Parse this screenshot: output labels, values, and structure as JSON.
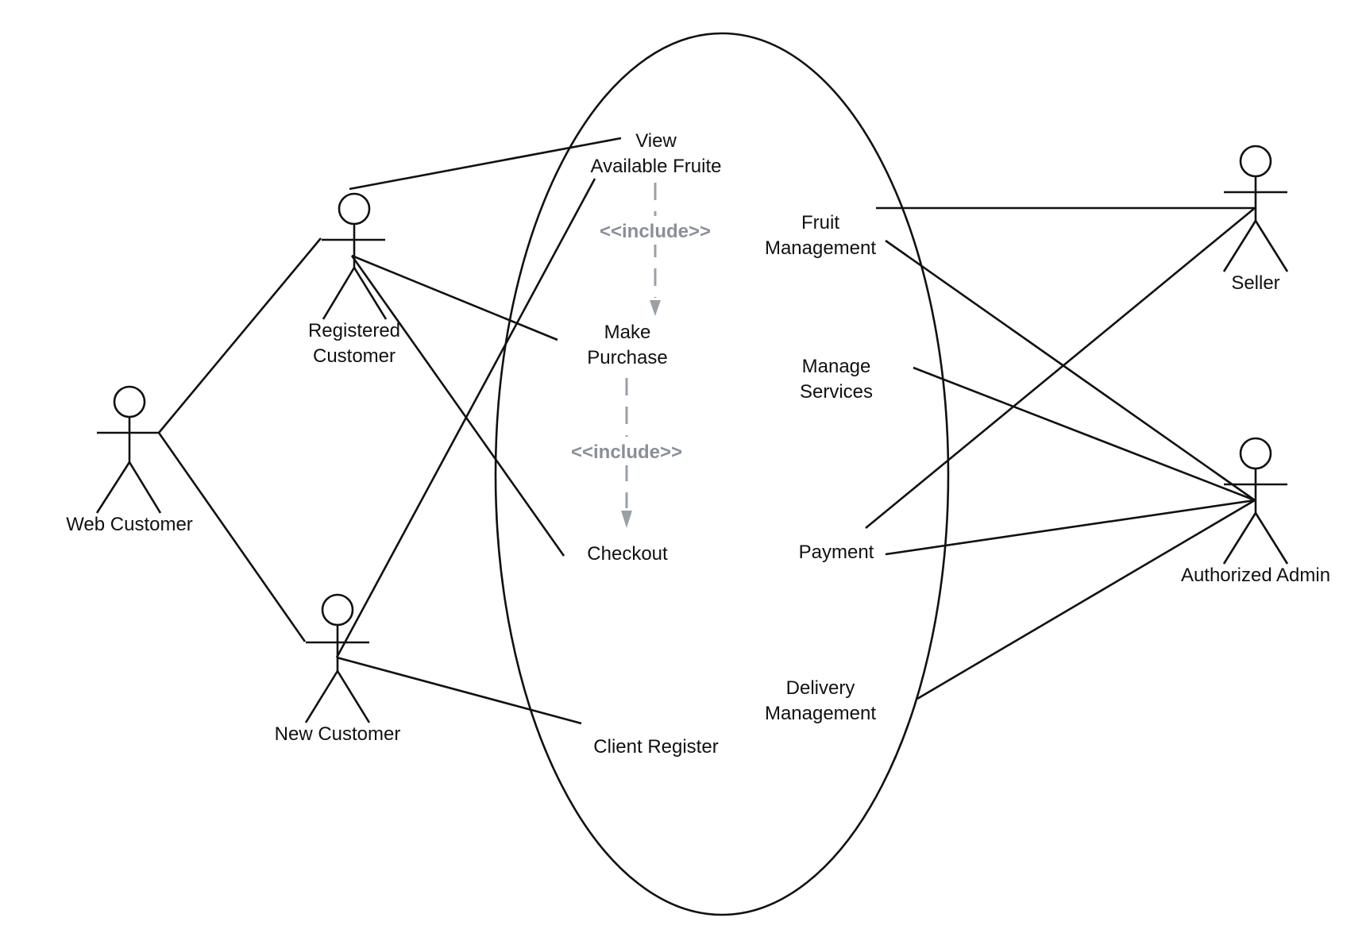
{
  "actors": {
    "web_customer": "Web Customer",
    "registered_customer": [
      "Registered",
      "Customer"
    ],
    "new_customer": "New Customer",
    "seller": "Seller",
    "authorized_admin": "Authorized Admin"
  },
  "use_cases": {
    "view_fruit": [
      "View",
      "Available Fruite"
    ],
    "make_purchase": [
      "Make",
      "Purchase"
    ],
    "checkout": "Checkout",
    "client_register": "Client Register",
    "fruit_management": [
      "Fruit",
      "Management"
    ],
    "manage_services": [
      "Manage",
      "Services"
    ],
    "payment": "Payment",
    "delivery_management": [
      "Delivery",
      "Management"
    ]
  },
  "relations": {
    "include_1": "<<include>>",
    "include_2": "<<include>>"
  },
  "colors": {
    "line": "#111111",
    "include": "#8a8f99"
  }
}
